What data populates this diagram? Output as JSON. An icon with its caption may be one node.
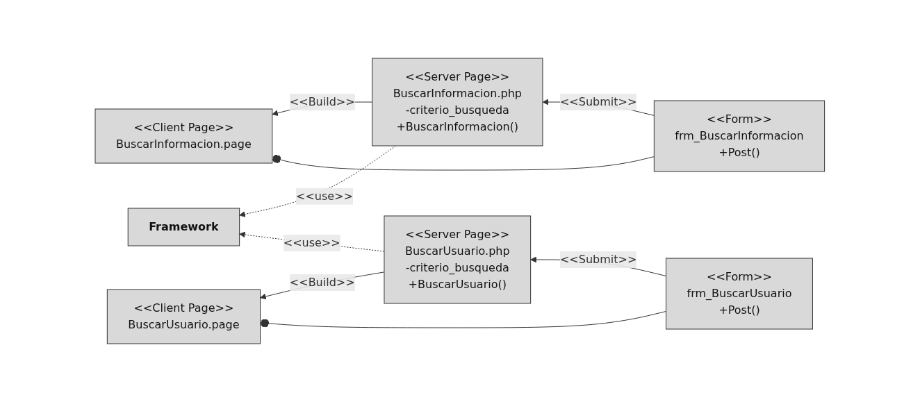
{
  "diagram": {
    "nodes": [
      {
        "text": [
          "<<Client Page>>",
          "BuscarInformacion.page"
        ]
      },
      {
        "text": [
          "<<Server Page>>",
          "BuscarInformacion.php",
          "-criterio_busqueda",
          "+BuscarInformacion()"
        ]
      },
      {
        "text": [
          "<<Form>>",
          "frm_BuscarInformacion",
          "+Post()"
        ]
      },
      {
        "text": [
          "Framework"
        ]
      },
      {
        "text": [
          "<<Client Page>>",
          "BuscarUsuario.page"
        ]
      },
      {
        "text": [
          "<<Server Page>>",
          "BuscarUsuario.php",
          "-criterio_busqueda",
          "+BuscarUsuario()"
        ]
      },
      {
        "text": [
          "<<Form>>",
          "frm_BuscarUsuario",
          "+Post()"
        ]
      }
    ],
    "edges": [
      {
        "from": 1,
        "to": 0,
        "arrow": "to",
        "label": "<<Build>>"
      },
      {
        "from": 2,
        "to": 0,
        "arrow": "other"
      },
      {
        "from": 2,
        "to": 1,
        "arrow": "to",
        "label": "<<Submit>>"
      },
      {
        "from": 1,
        "to": 3,
        "arrow": "to",
        "label": "<<use>>",
        "style": "dashed"
      },
      {
        "from": 5,
        "to": 4,
        "arrow": "to",
        "label": "<<Build>>"
      },
      {
        "from": 6,
        "to": 4,
        "arrow": "other"
      },
      {
        "from": 6,
        "to": 5,
        "arrow": "to",
        "label": "<<Submit>>"
      },
      {
        "from": 5,
        "to": 3,
        "arrow": "to",
        "label": "<<use>>",
        "style": "dashed"
      }
    ]
  }
}
